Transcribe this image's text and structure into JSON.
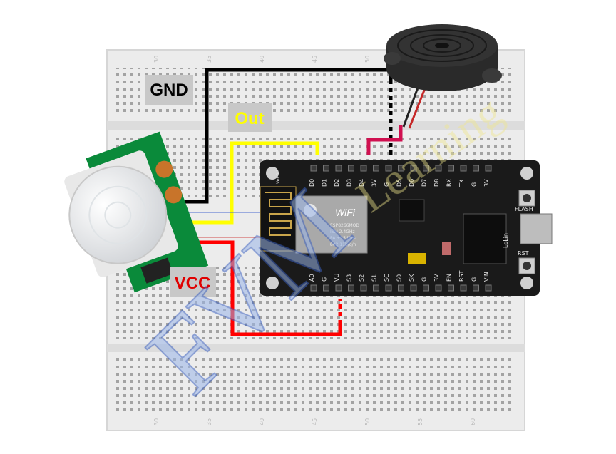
{
  "labels": {
    "gnd": "GND",
    "out": "Out",
    "vcc": "VCC"
  },
  "breadboard": {
    "column_numbers": [
      "30",
      "35",
      "40",
      "45",
      "50",
      "55",
      "60"
    ]
  },
  "nodemcu": {
    "top_pins": [
      "D0",
      "D1",
      "D2",
      "D3",
      "D4",
      "3V",
      "G",
      "D5",
      "D6",
      "D7",
      "D8",
      "RX",
      "TX",
      "G",
      "3V"
    ],
    "bottom_pins": [
      "A0",
      "G",
      "VU",
      "S3",
      "S2",
      "S1",
      "SC",
      "S0",
      "SK",
      "G",
      "3V",
      "EN",
      "RST",
      "G",
      "VIN"
    ],
    "flash_label": "FLASH",
    "rst_label": "RST",
    "brand": "LoLin",
    "version": "Ver 0.1",
    "module_text": [
      "ESP8266MOD",
      "ISM 2.4GHz",
      "PA +25dBm",
      "802.11b/g/n"
    ],
    "wifi": "WiFi"
  },
  "watermark": {
    "big": "FVM",
    "small": "Learning"
  },
  "colors": {
    "gnd_wire": "#000000",
    "out_wire": "#ffff00",
    "vcc_wire": "#ff0000",
    "buzzer_wire": "#d01050",
    "label_bg": "#c8c8c8",
    "vcc_text": "#e00000",
    "out_text": "#ffff00",
    "board": "#e9e9e9",
    "pcb": "#1a1a1a",
    "pir_pcb": "#0a8a3a"
  }
}
